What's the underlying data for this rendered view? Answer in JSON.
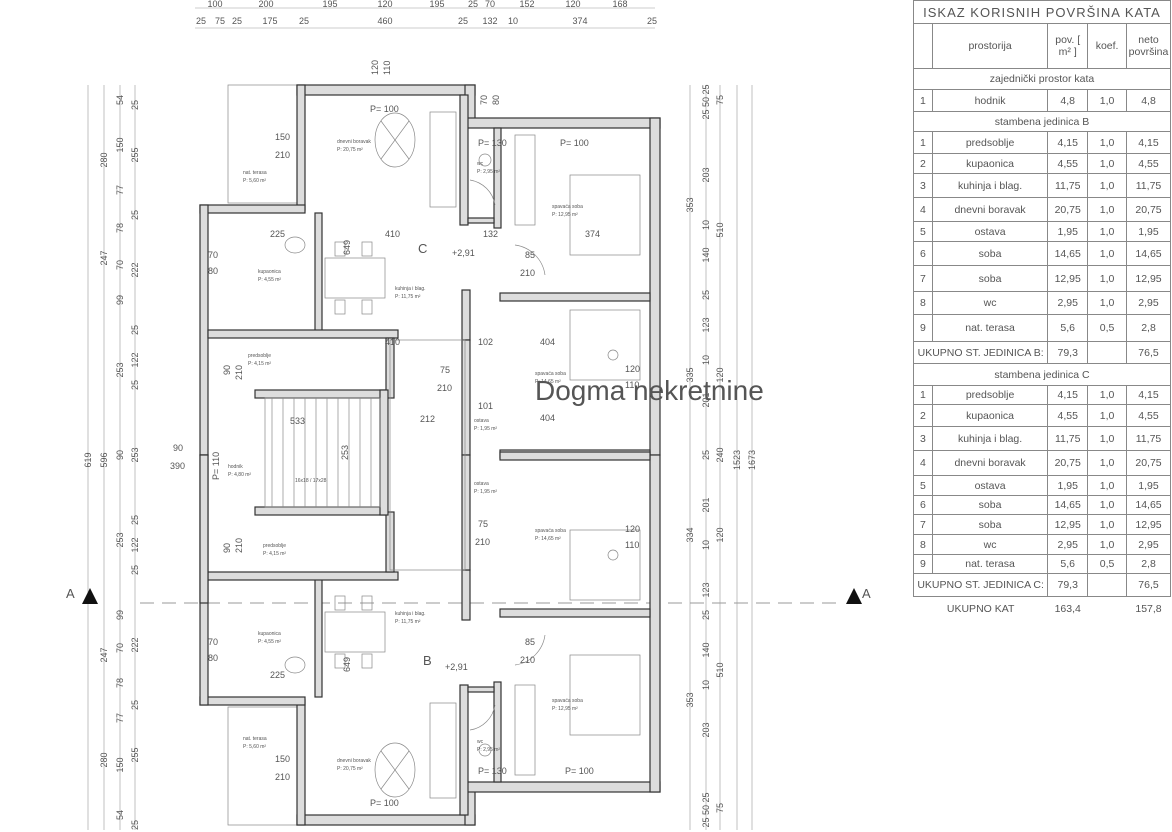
{
  "table": {
    "title": "ISKAZ KORISNIH POVRŠINA KATA",
    "headers": {
      "room": "prostorija",
      "area": "pov. [ m² ]",
      "coef": "koef.",
      "net": "neto površina"
    },
    "common_section": "zajednički prostor kata",
    "common_rows": [
      {
        "no": "1",
        "room": "hodnik",
        "area": "4,8",
        "coef": "1,0",
        "net": "4,8"
      }
    ],
    "unit_b_section": "stambena jedinica B",
    "unit_b_rows": [
      {
        "no": "1",
        "room": "predsoblje",
        "area": "4,15",
        "coef": "1,0",
        "net": "4,15"
      },
      {
        "no": "2",
        "room": "kupaonica",
        "area": "4,55",
        "coef": "1,0",
        "net": "4,55"
      },
      {
        "no": "3",
        "room": "kuhinja i blag.",
        "area": "11,75",
        "coef": "1,0",
        "net": "11,75"
      },
      {
        "no": "4",
        "room": "dnevni boravak",
        "area": "20,75",
        "coef": "1,0",
        "net": "20,75"
      },
      {
        "no": "5",
        "room": "ostava",
        "area": "1,95",
        "coef": "1,0",
        "net": "1,95"
      },
      {
        "no": "6",
        "room": "soba",
        "area": "14,65",
        "coef": "1,0",
        "net": "14,65"
      },
      {
        "no": "7",
        "room": "soba",
        "area": "12,95",
        "coef": "1,0",
        "net": "12,95"
      },
      {
        "no": "8",
        "room": "wc",
        "area": "2,95",
        "coef": "1,0",
        "net": "2,95"
      },
      {
        "no": "9",
        "room": "nat. terasa",
        "area": "5,6",
        "coef": "0,5",
        "net": "2,8"
      }
    ],
    "unit_b_total": {
      "label": "UKUPNO ST. JEDINICA B:",
      "area": "79,3",
      "net": "76,5"
    },
    "unit_c_section": "stambena jedinica C",
    "unit_c_rows": [
      {
        "no": "1",
        "room": "predsoblje",
        "area": "4,15",
        "coef": "1,0",
        "net": "4,15"
      },
      {
        "no": "2",
        "room": "kupaonica",
        "area": "4,55",
        "coef": "1,0",
        "net": "4,55"
      },
      {
        "no": "3",
        "room": "kuhinja i blag.",
        "area": "11,75",
        "coef": "1,0",
        "net": "11,75"
      },
      {
        "no": "4",
        "room": "dnevni boravak",
        "area": "20,75",
        "coef": "1,0",
        "net": "20,75"
      },
      {
        "no": "5",
        "room": "ostava",
        "area": "1,95",
        "coef": "1,0",
        "net": "1,95"
      },
      {
        "no": "6",
        "room": "soba",
        "area": "14,65",
        "coef": "1,0",
        "net": "14,65"
      },
      {
        "no": "7",
        "room": "soba",
        "area": "12,95",
        "coef": "1,0",
        "net": "12,95"
      },
      {
        "no": "8",
        "room": "wc",
        "area": "2,95",
        "coef": "1,0",
        "net": "2,95"
      },
      {
        "no": "9",
        "room": "nat. terasa",
        "area": "5,6",
        "coef": "0,5",
        "net": "2,8"
      }
    ],
    "unit_c_total": {
      "label": "UKUPNO ST. JEDINICA C:",
      "area": "79,3",
      "net": "76,5"
    },
    "floor_total": {
      "label": "UKUPNO KAT",
      "area": "163,4",
      "net": "157,8"
    }
  },
  "dims": {
    "top_row1": [
      "100",
      "200",
      "195",
      "120",
      "195",
      "25",
      "70",
      "152",
      "120",
      "168"
    ],
    "top_row2": [
      "25",
      "75",
      "25",
      "175",
      "25",
      "460",
      "25",
      "132",
      "10",
      "374",
      "25"
    ],
    "left_c0": [
      "619"
    ],
    "left_c1": [
      "280",
      "247",
      "596",
      "247",
      "280"
    ],
    "left_c2": [
      "54",
      "150",
      "77",
      "78",
      "70",
      "99",
      "253",
      "90",
      "253",
      "99",
      "70",
      "78",
      "77",
      "150",
      "54"
    ],
    "left_c3": [
      "25",
      "255",
      "25",
      "222",
      "25",
      "122",
      "25",
      "253",
      "25",
      "122",
      "25",
      "222",
      "25",
      "255",
      "25"
    ],
    "right_c1": [
      "353",
      "335",
      "334",
      "353"
    ],
    "right_c2": [
      "25 50 25",
      "203",
      "10",
      "140",
      "25",
      "123",
      "10",
      "201",
      "25",
      "201",
      "10",
      "123",
      "25",
      "140",
      "10",
      "203",
      "25 50 25"
    ],
    "right_c3": [
      "75",
      "510",
      "120",
      "240",
      "120",
      "510",
      "75"
    ],
    "right_c4": [
      "1523"
    ],
    "right_c5": [
      "1673"
    ]
  },
  "plan": {
    "section_mark": "A",
    "unit_c": "C",
    "unit_b": "B",
    "level": "+2,91",
    "window_p100": "P= 100",
    "window_p130": "P= 130",
    "window_p110": "P= 110",
    "door_150_210": [
      "150",
      "210"
    ],
    "door_70_80": [
      "70",
      "80"
    ],
    "door_75_210": [
      "75",
      "210"
    ],
    "door_85_210": [
      "85",
      "210"
    ],
    "door_90_210": [
      "90",
      "210"
    ],
    "door_90_390": [
      "90",
      "390"
    ],
    "window_120_110": [
      "120",
      "110"
    ],
    "window_70_80": [
      "70",
      "80"
    ],
    "rooms": {
      "terrace": "nat. terasa",
      "terrace_area": "P: 5,60 m²",
      "living": "dnevni boravak",
      "living_area": "P: 20,75 m²",
      "wc": "wc",
      "wc_area": "P: 2,95 m²",
      "bedroom": "spavaća soba",
      "bedroom_area": "P: 12,95 m²",
      "bedroom2": "spavaća soba",
      "bedroom2_area": "P: 14,65 m²",
      "bathroom": "kupaonica",
      "bathroom_area": "P: 4,55 m²",
      "kitchen": "kuhinja i blag.",
      "kitchen_area": "P: 11,75 m²",
      "hall": "predsoblje",
      "hall_area": "P: 4,15 m²",
      "corridor": "hodnik",
      "corridor_area": "P: 4,80 m²",
      "storage": "ostava",
      "storage_area": "P: 1,95 m²"
    },
    "inner_dims": {
      "d410": "410",
      "d132": "132",
      "d374": "374",
      "d404": "404",
      "d533": "533",
      "d253": "253",
      "d225": "225",
      "d649": "649",
      "d212": "212",
      "d101": "101",
      "d102": "102",
      "stairs": "16x18 / 17x28"
    },
    "watermark": "Dogma nekretnine"
  }
}
